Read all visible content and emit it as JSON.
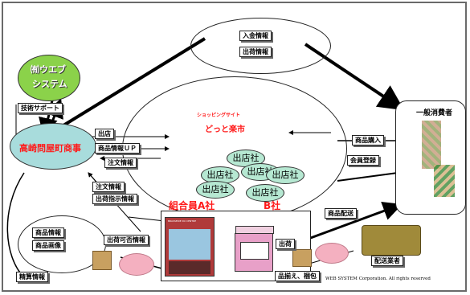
{
  "company": "㈲ウエブシステム",
  "company_line1": "㈲ウエブ",
  "company_line2": "システム",
  "main_company": "高崎問屋町商事",
  "shop_site": "ショッピングサイト",
  "shop_name": "どっと楽市",
  "shops": [
    "出店社",
    "出店社",
    "出店社",
    "出店社",
    "出店社",
    "出店社"
  ],
  "consumer": "一般消費者",
  "member_a": "組合員A社",
  "member_b": "B社",
  "delivery_company": "配送業者",
  "labels": {
    "payment_info": "入金情報",
    "shipping_info_top": "出荷情報",
    "tech_support": "技術サポート",
    "open_shop": "出店",
    "product_info_up": "商品情報ＵＰ",
    "order_info": "注文情報",
    "product_purchase": "商品購入",
    "member_registration": "会員登録",
    "order_info2": "注文情報",
    "shipping_instruction": "出荷指示情報",
    "product_info": "商品情報",
    "product_image": "商品画像",
    "shipping_availability": "出荷可否情報",
    "product_delivery": "商品配送",
    "shipping": "出荷",
    "settlement_info": "精算情報",
    "stocking_packing": "品揃え、梱包"
  },
  "store_sign": "BRASSERIE DU CENTRE",
  "copyright": "WEB SYSTEM Corporation. All rights reserved",
  "colors": {
    "company_green": "#8bd24a",
    "main_teal": "#a8dcdc",
    "shop_bubble": "#b6e8d2",
    "accent_red": "#ff1a1a"
  }
}
